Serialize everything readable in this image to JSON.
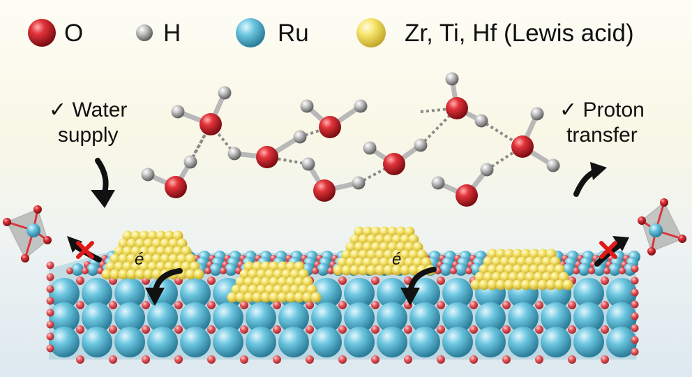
{
  "legend": [
    {
      "symbol": "O",
      "color": "#d8353b",
      "label": "O"
    },
    {
      "symbol": "H",
      "color": "#b0b0b0",
      "label": "H"
    },
    {
      "symbol": "Ru",
      "color": "#5ec0dc",
      "label": "Ru"
    },
    {
      "symbol": "Lewis",
      "color": "#f5e36a",
      "label": "Zr, Ti, Hf (Lewis acid)"
    }
  ],
  "labels": {
    "water_supply_line1": "✓ Water",
    "water_supply_line2": "supply",
    "proton_transfer_line1": "✓ Proton",
    "proton_transfer_line2": "transfer",
    "electron": "é"
  },
  "colors": {
    "oxygen": "#d8353b",
    "hydrogen": "#b0b0b0",
    "ruthenium": "#5ec0dc",
    "lewis_acid": "#f5e36a",
    "arrow": "#111111",
    "blocked_mark": "#e01919"
  },
  "icons": [
    "curved-arrow-icon",
    "blocked-cross-icon",
    "tetrahedron-icon"
  ]
}
